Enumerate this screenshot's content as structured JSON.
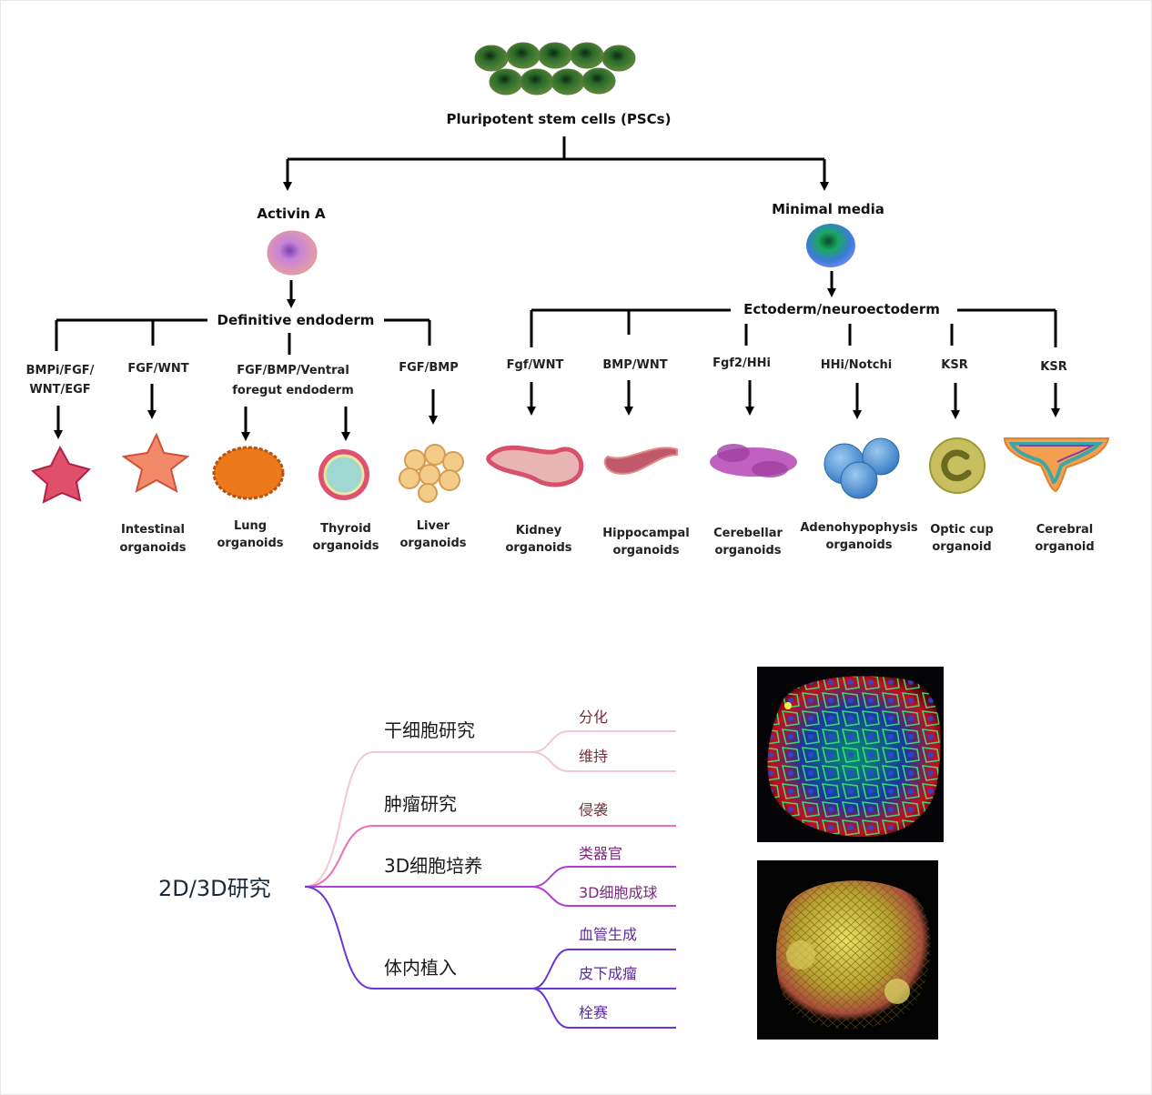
{
  "top": {
    "root": "Pluripotent stem cells (PSCs)",
    "left_branch": "Activin A",
    "right_branch": "Minimal media",
    "left_hub": "Definitive endoderm",
    "right_hub": "Ectoderm/neuroectoderm",
    "endo_factors": [
      "BMPi/FGF/",
      "WNT/EGF",
      "FGF/WNT",
      "FGF/BMP/Ventral",
      "foregut endoderm",
      "FGF/BMP"
    ],
    "ecto_factors": [
      "Fgf/WNT",
      "BMP/WNT",
      "Fgf2/HHi",
      "HHi/Notchi",
      "KSR",
      "KSR"
    ],
    "organoids": [
      {
        "l1": "Intestinal",
        "l2": "organoids"
      },
      {
        "l1": "Lung",
        "l2": "organoids"
      },
      {
        "l1": "Thyroid",
        "l2": "organoids"
      },
      {
        "l1": "Liver",
        "l2": "organoids"
      },
      {
        "l1": "Kidney",
        "l2": "organoids"
      },
      {
        "l1": "Hippocampal",
        "l2": "organoids"
      },
      {
        "l1": "Cerebellar",
        "l2": "organoids"
      },
      {
        "l1": "Adenohypophysis",
        "l2": "organoids"
      },
      {
        "l1": "Optic cup",
        "l2": "organoid"
      },
      {
        "l1": "Cerebral",
        "l2": "organoid"
      }
    ]
  },
  "mindmap": {
    "root": "2D/3D研究",
    "branches": [
      {
        "label": "干细胞研究",
        "color": "#f2c6d4",
        "children": [
          "分化",
          "维持"
        ]
      },
      {
        "label": "肿瘤研究",
        "color": "#ef6db4",
        "children": [
          "侵袭"
        ]
      },
      {
        "label": "3D细胞培养",
        "color": "#b23fd4",
        "children": [
          "类器官",
          "3D细胞成球"
        ]
      },
      {
        "label": "体内植入",
        "color": "#6b34d6",
        "children": [
          "血管生成",
          "皮下成瘤",
          "栓赛"
        ]
      }
    ],
    "leaf_colors": [
      "#7a2a3a",
      "#7a2a3a",
      "#7a2a3a",
      "#7a2a7a",
      "#7a2a7a",
      "#5a2aa0",
      "#5a2aa0",
      "#5a2aa0"
    ]
  }
}
